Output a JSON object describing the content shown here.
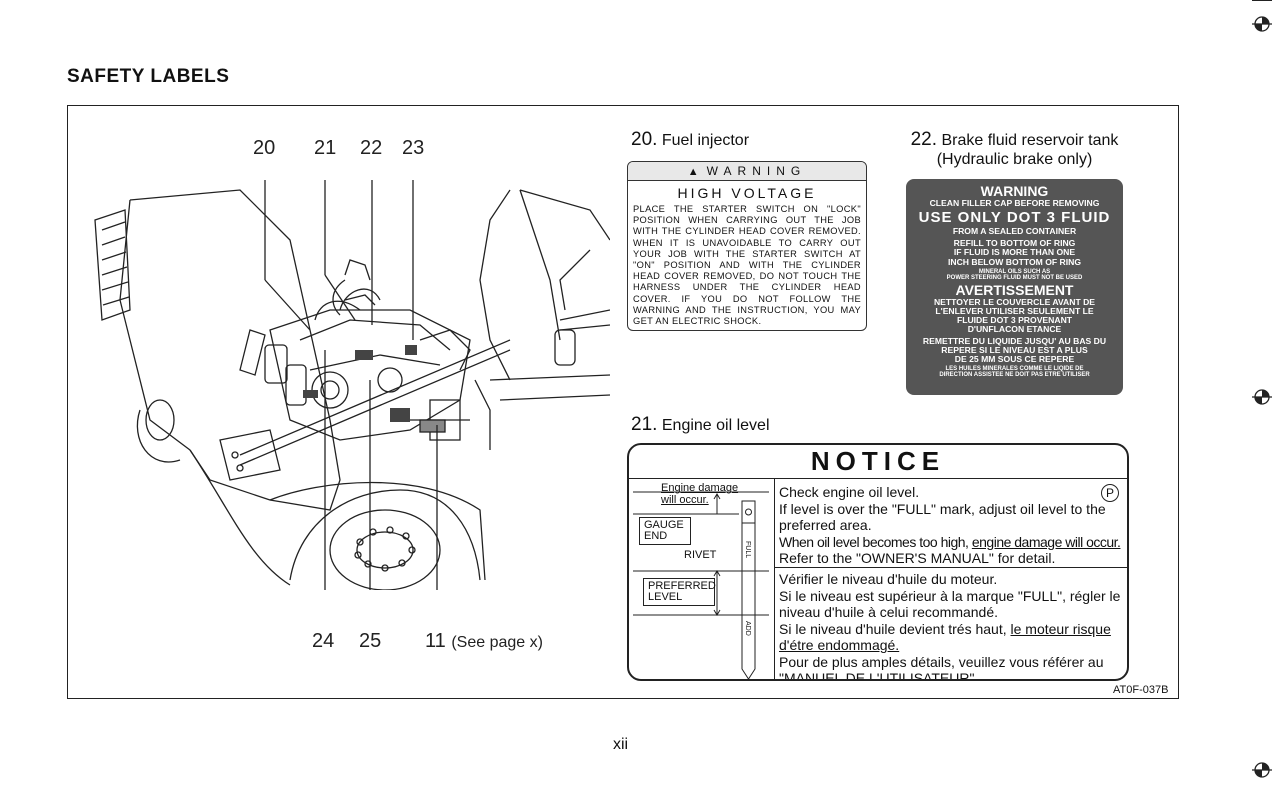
{
  "page": {
    "title": "SAFETY LABELS",
    "page_number": "xii",
    "figure_code": "AT0F-037B"
  },
  "illustration": {
    "callouts": [
      "20",
      "21",
      "22",
      "23",
      "24",
      "25",
      "11"
    ],
    "see_page": "(See page x)"
  },
  "labels": {
    "fuel_injector": {
      "number": "20.",
      "caption": "Fuel injector",
      "header": "WARNING",
      "headline": "HIGH VOLTAGE",
      "body": "PLACE THE STARTER SWITCH ON \"LOCK\" POSITION WHEN CARRYING OUT THE JOB WITH THE CYLINDER HEAD COVER REMOVED. WHEN IT IS UNAVOIDABLE TO CARRY OUT YOUR JOB WITH THE STARTER SWITCH AT \"ON\" POSITION AND WITH THE CYLINDER HEAD COVER REMOVED, DO NOT TOUCH THE HARNESS UNDER THE CYLINDER HEAD COVER. IF YOU DO NOT FOLLOW THE WARNING AND THE INSTRUCTION, YOU MAY GET AN ELECTRIC SHOCK."
    },
    "brake_fluid": {
      "number": "22.",
      "caption": "Brake fluid reservoir tank",
      "subcaption": "(Hydraulic brake only)",
      "lines": [
        "WARNING",
        "CLEAN FILLER CAP BEFORE REMOVING",
        "USE ONLY DOT 3 FLUID",
        "FROM A SEALED CONTAINER",
        "REFILL TO BOTTOM OF RING",
        "IF FLUID IS MORE THAN ONE",
        "INCH BELOW BOTTOM OF RING",
        "MINERAL OILS SUCH AS",
        "POWER STEERING FLUID MUST NOT BE USED",
        "AVERTISSEMENT",
        "NETTOYER LE COUVERCLE AVANT DE",
        "L'ENLEVER UTILISER SEULEMENT LE",
        "FLUIDE DOT 3 PROVENANT",
        "D'UNFLACON ETANCE",
        "REMETTRE DU LIQUIDE JUSQU' AU BAS DU",
        "REPERE SI LE NIVEAU EST A PLUS",
        "DE 25 MM SOUS CE REPERE",
        "LES HUILES MINERALES COMME LE LIQIDE DE",
        "DIRECTION ASSISTEE NE DOIT PAS ETRE UTILISER"
      ]
    },
    "engine_oil": {
      "number": "21.",
      "caption": "Engine oil level",
      "header": "NOTICE",
      "diagram": {
        "damage": "Engine damage will occur.",
        "gauge_end": "GAUGE END",
        "rivet": "RIVET",
        "preferred": "PREFERRED LEVEL",
        "full": "FULL",
        "add": "ADD"
      },
      "en_lines": [
        "Check engine oil level.",
        "If level is over the \"FULL\" mark, adjust oil level to the preferred area.",
        "When oil level becomes too high, ",
        "engine damage will occur.",
        "Refer to the \"OWNER'S MANUAL\" for detail."
      ],
      "fr_lines": [
        "Vérifier  le niveau d'huile du moteur.",
        "Si le niveau est supérieur à la marque \"FULL\", régler le niveau d'huile à celui recommandé.",
        "Si le niveau d'huile devient trés haut, ",
        "le moteur risque d'étre endommagé.",
        "Pour de plus amples détails, veuillez vous référer au \"MANUEL DE L'UTILISATEUR\"."
      ],
      "symbol": "P"
    }
  }
}
